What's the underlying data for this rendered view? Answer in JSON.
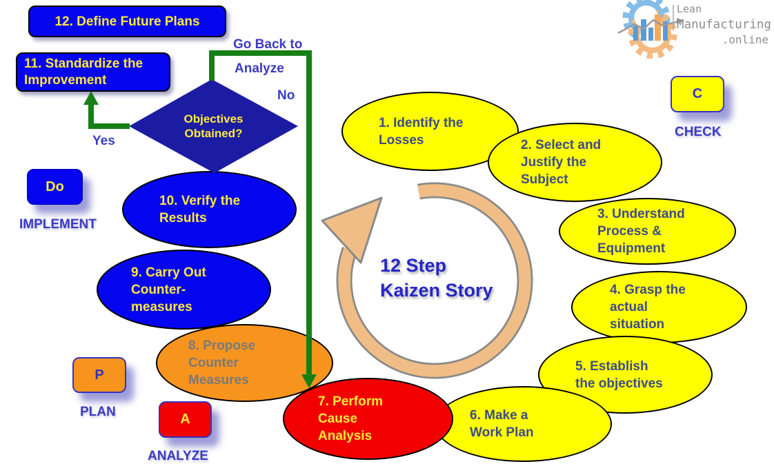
{
  "title": "12 Step Kaizen Story",
  "center": {
    "title": "12 Step\nKaizen Story"
  },
  "steps": [
    {
      "n": 1,
      "label": "1. Identify the\nLosses",
      "fill": "#FFFF00",
      "text_color": "#3E4B8B"
    },
    {
      "n": 2,
      "label": "2. Select and\nJustify the\nSubject",
      "fill": "#FFFF00",
      "text_color": "#3E4B8B"
    },
    {
      "n": 3,
      "label": "3. Understand\nProcess &\nEquipment",
      "fill": "#FFFF00",
      "text_color": "#3E4B8B"
    },
    {
      "n": 4,
      "label": "4. Grasp the\nactual\nsituation",
      "fill": "#FFFF00",
      "text_color": "#3E4B8B"
    },
    {
      "n": 5,
      "label": "5. Establish\nthe objectives",
      "fill": "#FFFF00",
      "text_color": "#3E4B8B"
    },
    {
      "n": 6,
      "label": "6. Make a\nWork Plan",
      "fill": "#FFFF00",
      "text_color": "#3E4B8B"
    },
    {
      "n": 7,
      "label": "7. Perform\nCause\nAnalysis",
      "fill": "#F20000",
      "text_color": "#FFE93C"
    },
    {
      "n": 8,
      "label": "8. Propose\nCounter\nMeasures",
      "fill": "#F7941E",
      "text_color": "#7A7A7A"
    },
    {
      "n": 9,
      "label": "9. Carry Out\nCounter-\nmeasures",
      "fill": "#0505EF",
      "text_color": "#FFE93C"
    },
    {
      "n": 10,
      "label": "10. Verify the\nResults",
      "fill": "#0505EF",
      "text_color": "#FFE93C"
    },
    {
      "n": 11,
      "label": "11. Standardize the\nImprovement",
      "fill": "#0505EF",
      "text_color": "#FFE93C"
    },
    {
      "n": 12,
      "label": "12. Define Future Plans",
      "fill": "#0505EF",
      "text_color": "#FFE93C"
    }
  ],
  "decision": {
    "label": "Objectives\nObtained?",
    "yes_label": "Yes",
    "no_label": "No",
    "go_back_line1": "Go Back to",
    "go_back_line2": "Analyze"
  },
  "badges": {
    "implement": {
      "letter": "Do",
      "caption": "IMPLEMENT"
    },
    "plan": {
      "letter": "P",
      "caption": "PLAN"
    },
    "analyze": {
      "letter": "A",
      "caption": "ANALYZE"
    },
    "check": {
      "letter": "C",
      "caption": "CHECK"
    }
  },
  "logo": {
    "line1": "Lean",
    "line2": "Manufacturing",
    "line3": ".online"
  },
  "colors": {
    "blue_shape": "#0505EF",
    "diamond_blue": "#1C1CA2",
    "yellow_shape": "#FFFF00",
    "orange_shape": "#F7941E",
    "red_shape": "#F20000",
    "green_connector": "#168016",
    "yellow_text": "#FFE93C",
    "navy_text": "#3E4B8B",
    "gray_text": "#7A7A7A",
    "flow_label_blue": "#3B3BC4",
    "title_blue": "#2626C9",
    "cycle_ring_tan": "#EFBD85",
    "cycle_ring_border": "#8A8A8A",
    "logo_gear_blue": "#85BCE8",
    "logo_gear_orange": "#F5BA80",
    "logo_bar_blue": "#5B9BD5"
  }
}
